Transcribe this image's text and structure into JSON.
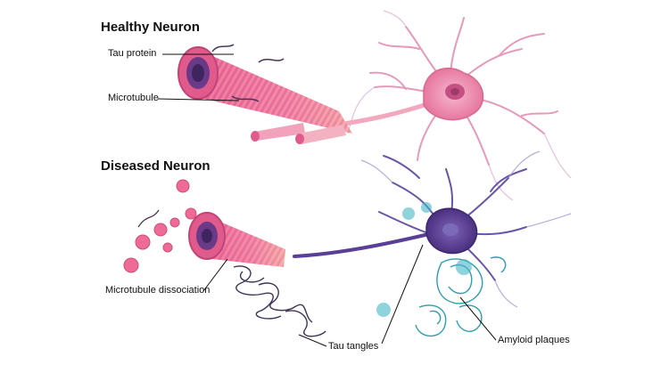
{
  "headings": {
    "healthy": "Healthy Neuron",
    "diseased": "Diseased Neuron"
  },
  "labels": {
    "tau_protein": "Tau protein",
    "microtubule": "Microtubule",
    "microtubule_dissociation": "Microtubule dissociation",
    "tau_tangles": "Tau tangles",
    "amyloid_plaques": "Amyloid plaques"
  },
  "colors": {
    "healthy_neuron": "#e8779a",
    "diseased_neuron": "#5a3f8f",
    "microtubule": "#e85c8a",
    "tau_tangle": "#4a3a66",
    "amyloid_plaque": "#2a9fae"
  }
}
